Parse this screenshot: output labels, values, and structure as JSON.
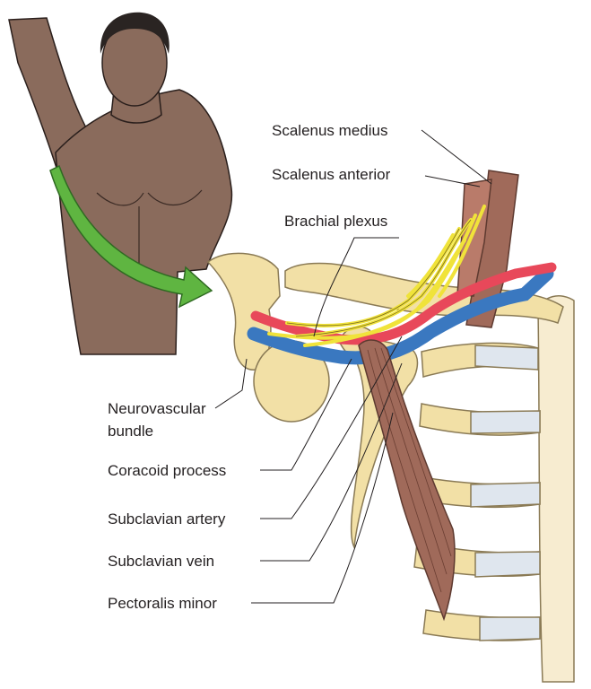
{
  "labels": {
    "scalenus_medius": "Scalenus medius",
    "scalenus_anterior": "Scalenus anterior",
    "brachial_plexus": "Brachial plexus",
    "neurovascular_line1": "Neurovascular",
    "neurovascular_line2": "bundle",
    "coracoid_process": "Coracoid process",
    "subclavian_artery": "Subclavian artery",
    "subclavian_vein": "Subclavian vein",
    "pectoralis_minor": "Pectoralis minor"
  },
  "colors": {
    "skin": "#8a6b5c",
    "hair": "#2a2422",
    "bone": "#f2e0a6",
    "cartilage": "#dfe6ee",
    "muscle": "#a06a5a",
    "artery": "#e8485a",
    "vein": "#3a78c0",
    "nerve": "#f0e33a",
    "arrow": "#5fb541"
  }
}
